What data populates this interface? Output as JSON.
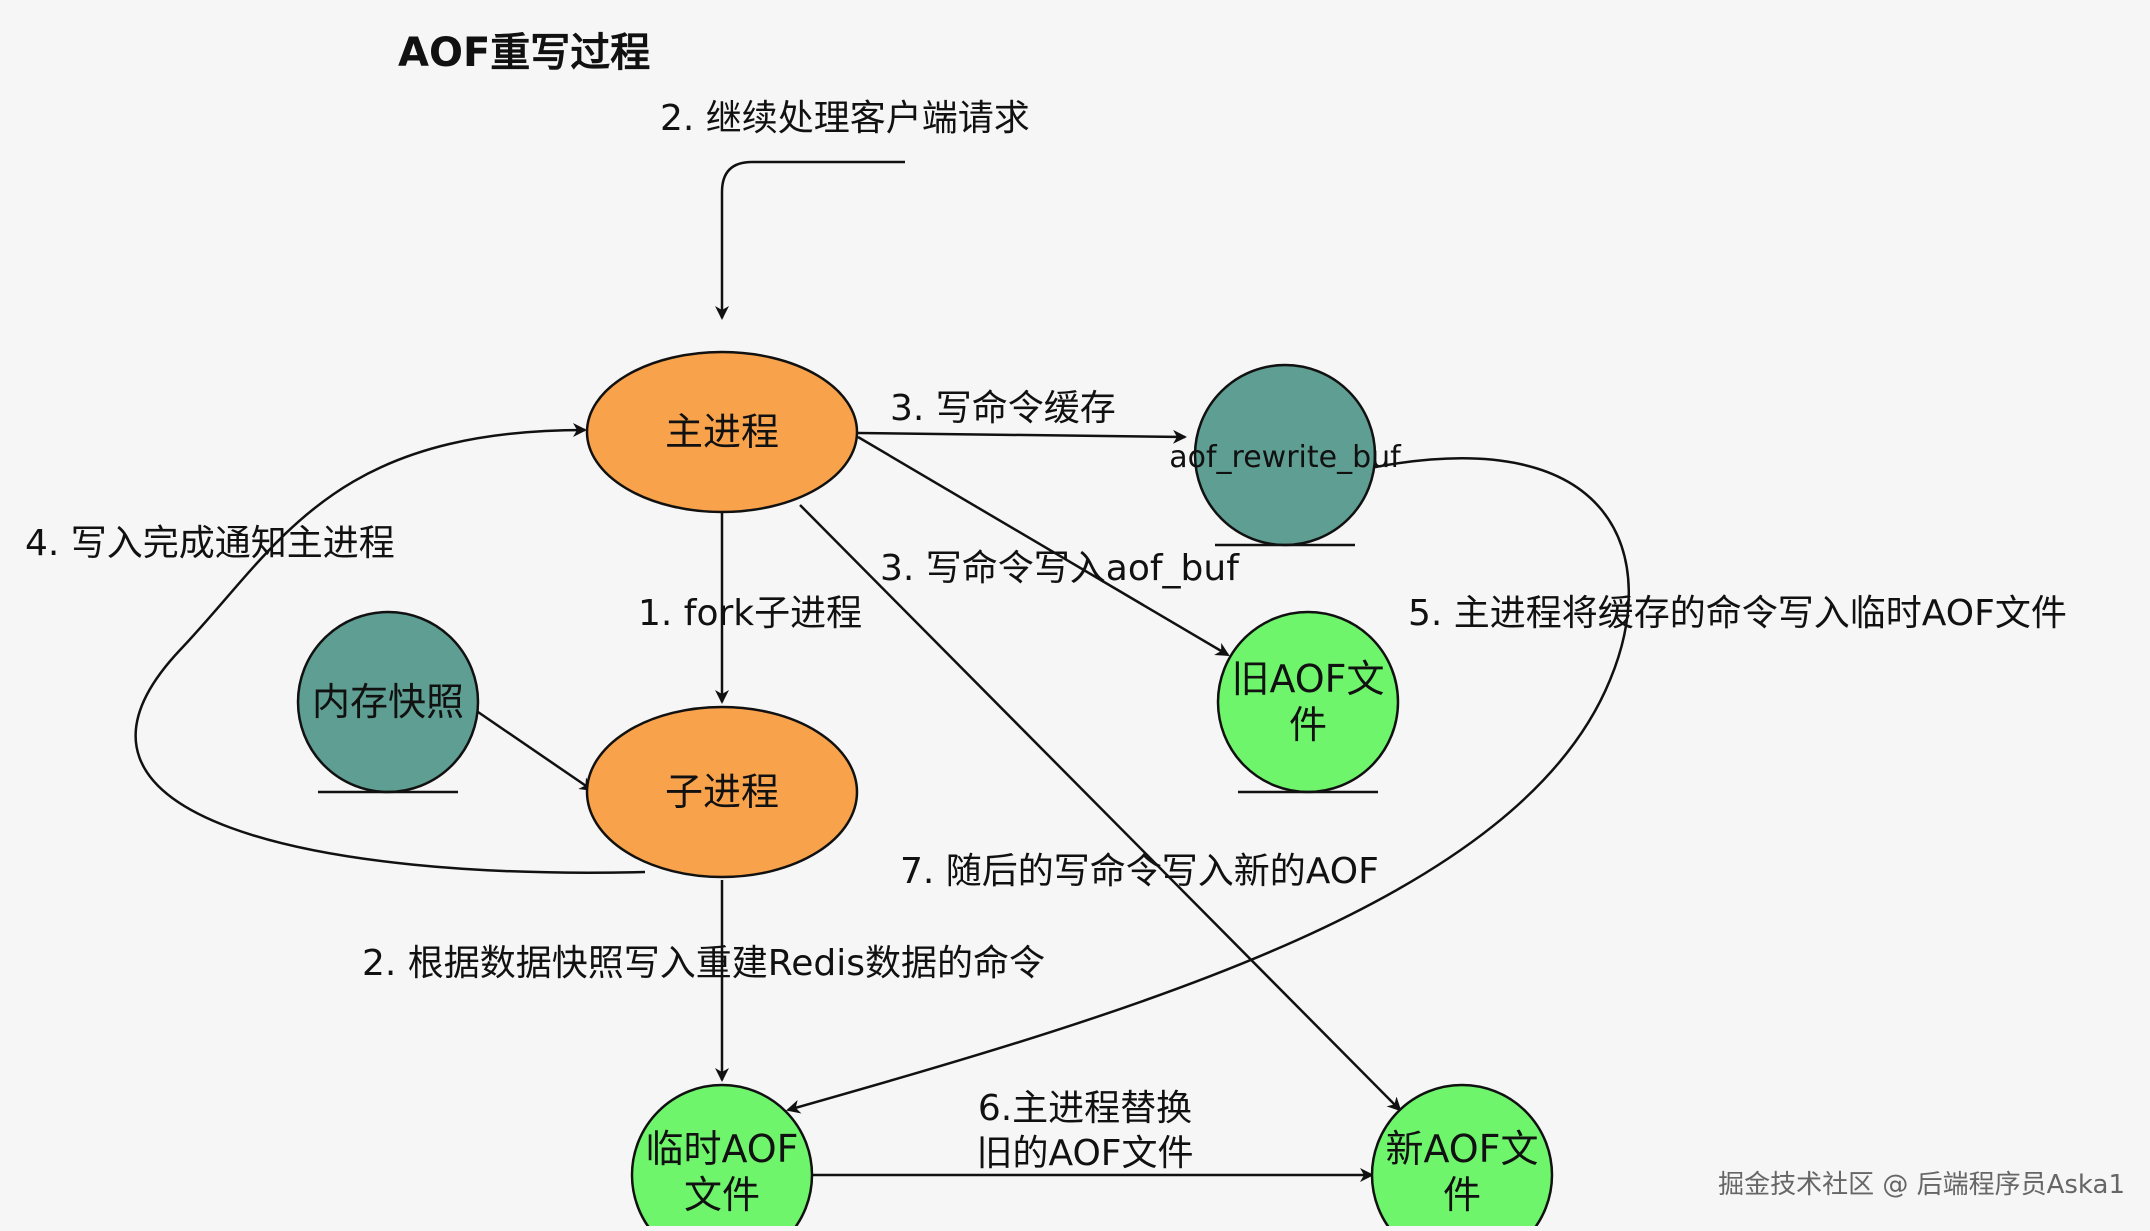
{
  "title": "AOF重写过程",
  "colors": {
    "process": "#f8a24b",
    "buffer": "#5f9e92",
    "file": "#6ff56c",
    "stroke": "#111111",
    "background": "#f6f6f6"
  },
  "nodes": {
    "main_process": {
      "label": "主进程"
    },
    "child_process": {
      "label": "子进程"
    },
    "memory_snapshot": {
      "label": "内存快照"
    },
    "rewrite_buf": {
      "label": "aof_rewrite_buf"
    },
    "old_aof": {
      "line1": "旧AOF文",
      "line2": "件"
    },
    "temp_aof": {
      "line1": "临时AOF",
      "line2": "文件"
    },
    "new_aof": {
      "line1": "新AOF文",
      "line2": "件"
    }
  },
  "edges": {
    "client_requests": "2. 继续处理客户端请求",
    "write_cache": "3. 写命令缓存",
    "write_aof_buf": "3. 写命令写入aof_buf",
    "fork": "1. fork子进程",
    "notify_main": "4. 写入完成通知主进程",
    "write_temp": "5. 主进程将缓存的命令写入临时AOF文件",
    "rebuild_commands": "2. 根据数据快照写入重建Redis数据的命令",
    "new_writes": "7. 随后的写命令写入新的AOF",
    "replace_line1": "6.主进程替换",
    "replace_line2": "旧的AOF文件"
  },
  "watermark": "掘金技术社区 @ 后端程序员Aska1"
}
